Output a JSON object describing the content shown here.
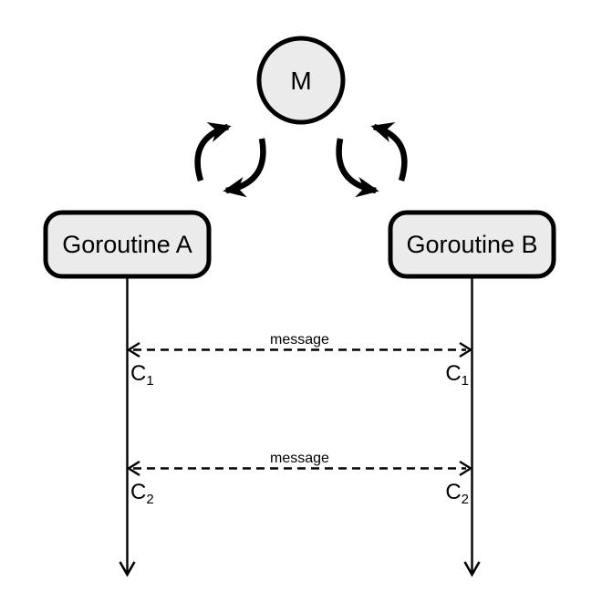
{
  "nodes": {
    "machine": "M",
    "goroutine_a": "Goroutine A",
    "goroutine_b": "Goroutine B"
  },
  "messages": [
    {
      "label": "message",
      "channel": {
        "base": "C",
        "sub": "1"
      }
    },
    {
      "label": "message",
      "channel": {
        "base": "C",
        "sub": "2"
      }
    }
  ],
  "colors": {
    "node_fill": "#ebebeb",
    "stroke": "#000000",
    "background": "#ffffff"
  }
}
